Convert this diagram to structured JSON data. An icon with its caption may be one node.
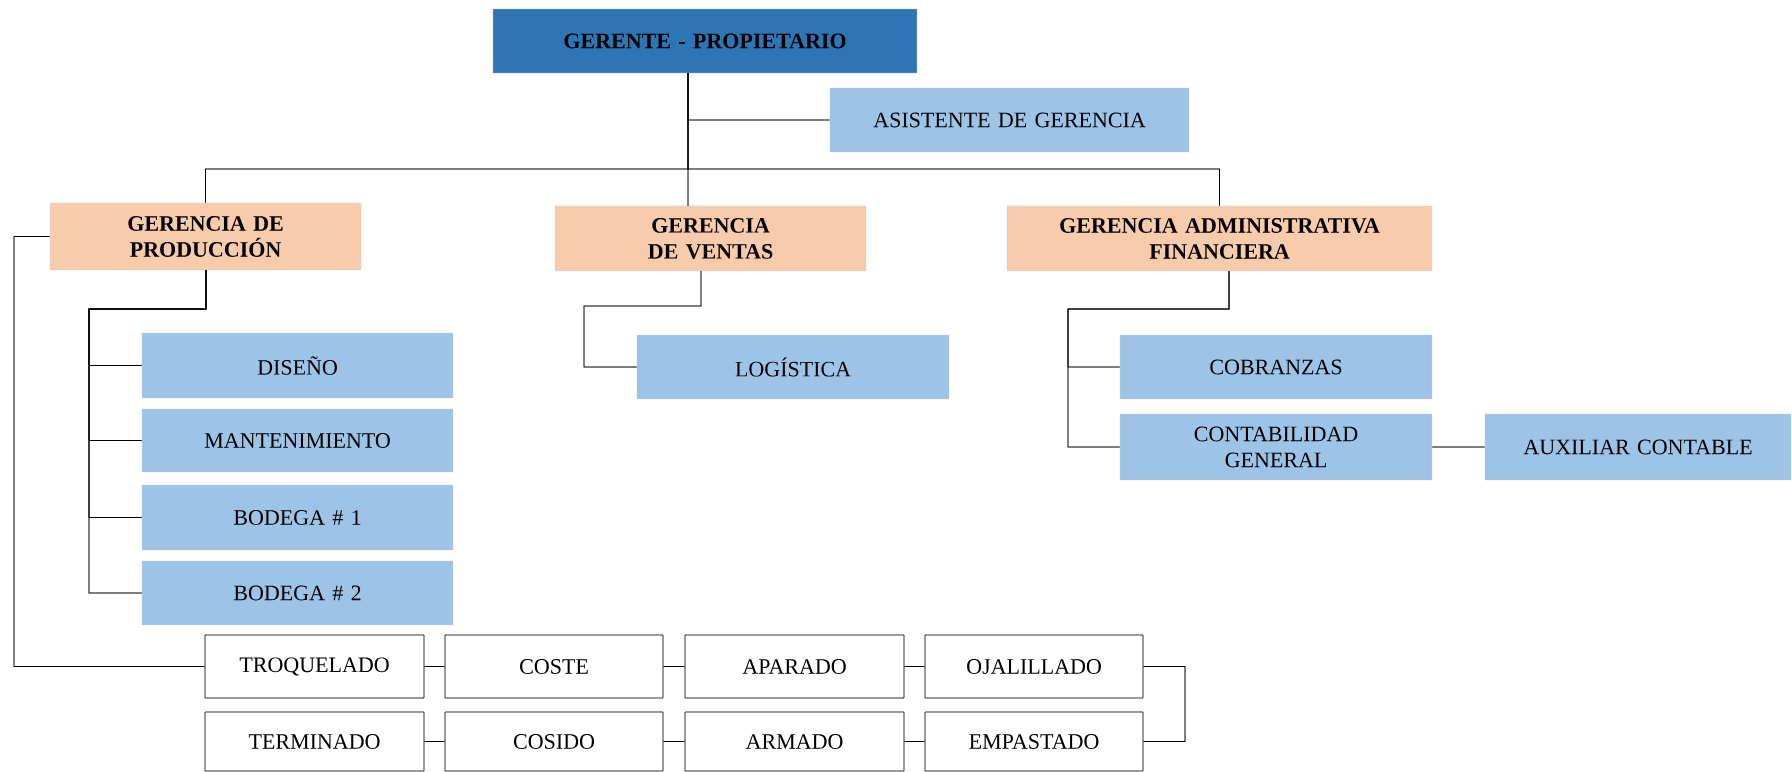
{
  "diagram": {
    "nodes": [
      {
        "text": [
          "GERENTE - PROPIETARIO"
        ]
      },
      {
        "text": [
          "ASISTENTE DE GERENCIA"
        ]
      },
      {
        "text": [
          "GERENCIA DE PRODUCCIÓN"
        ]
      },
      {
        "text": [
          "GERENCIA DE VENTAS"
        ]
      },
      {
        "text": [
          "GERENCIA ADMINISTRATIVA FINANCIERA"
        ]
      },
      {
        "text": [
          "DISEÑO"
        ]
      },
      {
        "text": [
          "MANTENIMIENTO"
        ]
      },
      {
        "text": [
          "BODEGA  # 1"
        ]
      },
      {
        "text": [
          "BODEGA  # 2"
        ]
      },
      {
        "text": [
          "LOGÍSTICA"
        ]
      },
      {
        "text": [
          "COBRANZAS"
        ]
      },
      {
        "text": [
          "CONTABILIDAD GENERAL"
        ]
      },
      {
        "text": [
          "AUXILIAR CONTABLE"
        ]
      },
      {
        "text": [
          "TROQUELADO"
        ]
      },
      {
        "text": [
          "COSTE"
        ]
      },
      {
        "text": [
          "APARADO"
        ]
      },
      {
        "text": [
          "OJALILLADO"
        ]
      },
      {
        "text": [
          "TERMINADO"
        ]
      },
      {
        "text": [
          "COSIDO"
        ]
      },
      {
        "text": [
          "ARMADO"
        ]
      },
      {
        "text": [
          "EMPASTADO"
        ]
      }
    ],
    "edges": [
      {
        "from": 0,
        "to": 1,
        "arrow": "none"
      },
      {
        "from": 0,
        "to": 2,
        "arrow": "none"
      },
      {
        "from": 0,
        "to": 3,
        "arrow": "none"
      },
      {
        "from": 0,
        "to": 4,
        "arrow": "none"
      },
      {
        "from": 2,
        "to": 5,
        "arrow": "none"
      },
      {
        "from": 2,
        "to": 6,
        "arrow": "none"
      },
      {
        "from": 2,
        "to": 7,
        "arrow": "none"
      },
      {
        "from": 2,
        "to": 8,
        "arrow": "none"
      },
      {
        "from": 2,
        "to": 13,
        "arrow": "none"
      },
      {
        "from": 3,
        "to": 9,
        "arrow": "none"
      },
      {
        "from": 4,
        "to": 10,
        "arrow": "none"
      },
      {
        "from": 4,
        "to": 11,
        "arrow": "none"
      },
      {
        "from": 11,
        "to": 12,
        "arrow": "none"
      },
      {
        "from": 13,
        "to": 14,
        "arrow": "none"
      },
      {
        "from": 14,
        "to": 15,
        "arrow": "none"
      },
      {
        "from": 15,
        "to": 16,
        "arrow": "none"
      },
      {
        "from": 16,
        "to": 20,
        "arrow": "none"
      },
      {
        "from": 20,
        "to": 19,
        "arrow": "none"
      },
      {
        "from": 19,
        "to": 18,
        "arrow": "none"
      },
      {
        "from": 18,
        "to": 17,
        "arrow": "none"
      }
    ]
  }
}
